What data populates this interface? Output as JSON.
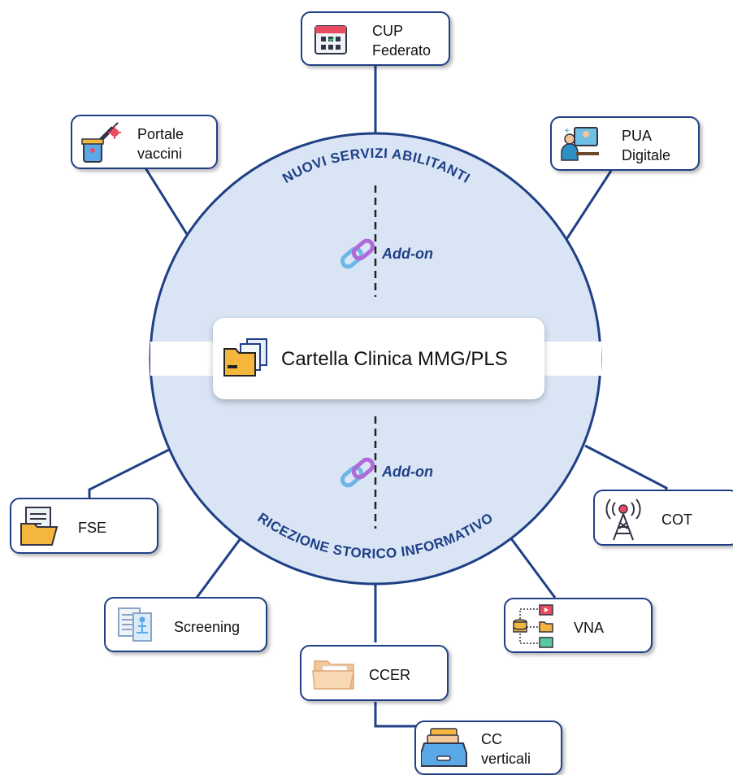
{
  "center": {
    "label": "Cartella Clinica MMG/PLS"
  },
  "arcs": {
    "top": "Nuovi servizi abilitanti",
    "bottom": "Ricezione storico informativo"
  },
  "addon": {
    "top": "Add-on",
    "bottom": "Add-on"
  },
  "nodes": {
    "cup": {
      "line1": "CUP",
      "line2": "Federato",
      "icon": "calendar-icon"
    },
    "pua": {
      "line1": "PUA",
      "line2": "Digitale",
      "icon": "doctor-consult-icon"
    },
    "portale": {
      "line1": "Portale",
      "line2": "vaccini",
      "icon": "vaccine-icon"
    },
    "fse": {
      "line1": "FSE",
      "icon": "folder-document-icon"
    },
    "cot": {
      "line1": "COT",
      "icon": "antenna-icon"
    },
    "screening": {
      "line1": "Screening",
      "icon": "screening-icon"
    },
    "vna": {
      "line1": "VNA",
      "icon": "data-hierarchy-icon"
    },
    "ccer": {
      "line1": "CCER",
      "icon": "open-folder-icon"
    },
    "ccv": {
      "line1": "CC",
      "line2": "verticali",
      "icon": "archive-tray-icon"
    }
  },
  "colors": {
    "navy": "#1f3f86",
    "circle_fill": "#d9e5f4",
    "arc_text": "#1f3f86"
  }
}
